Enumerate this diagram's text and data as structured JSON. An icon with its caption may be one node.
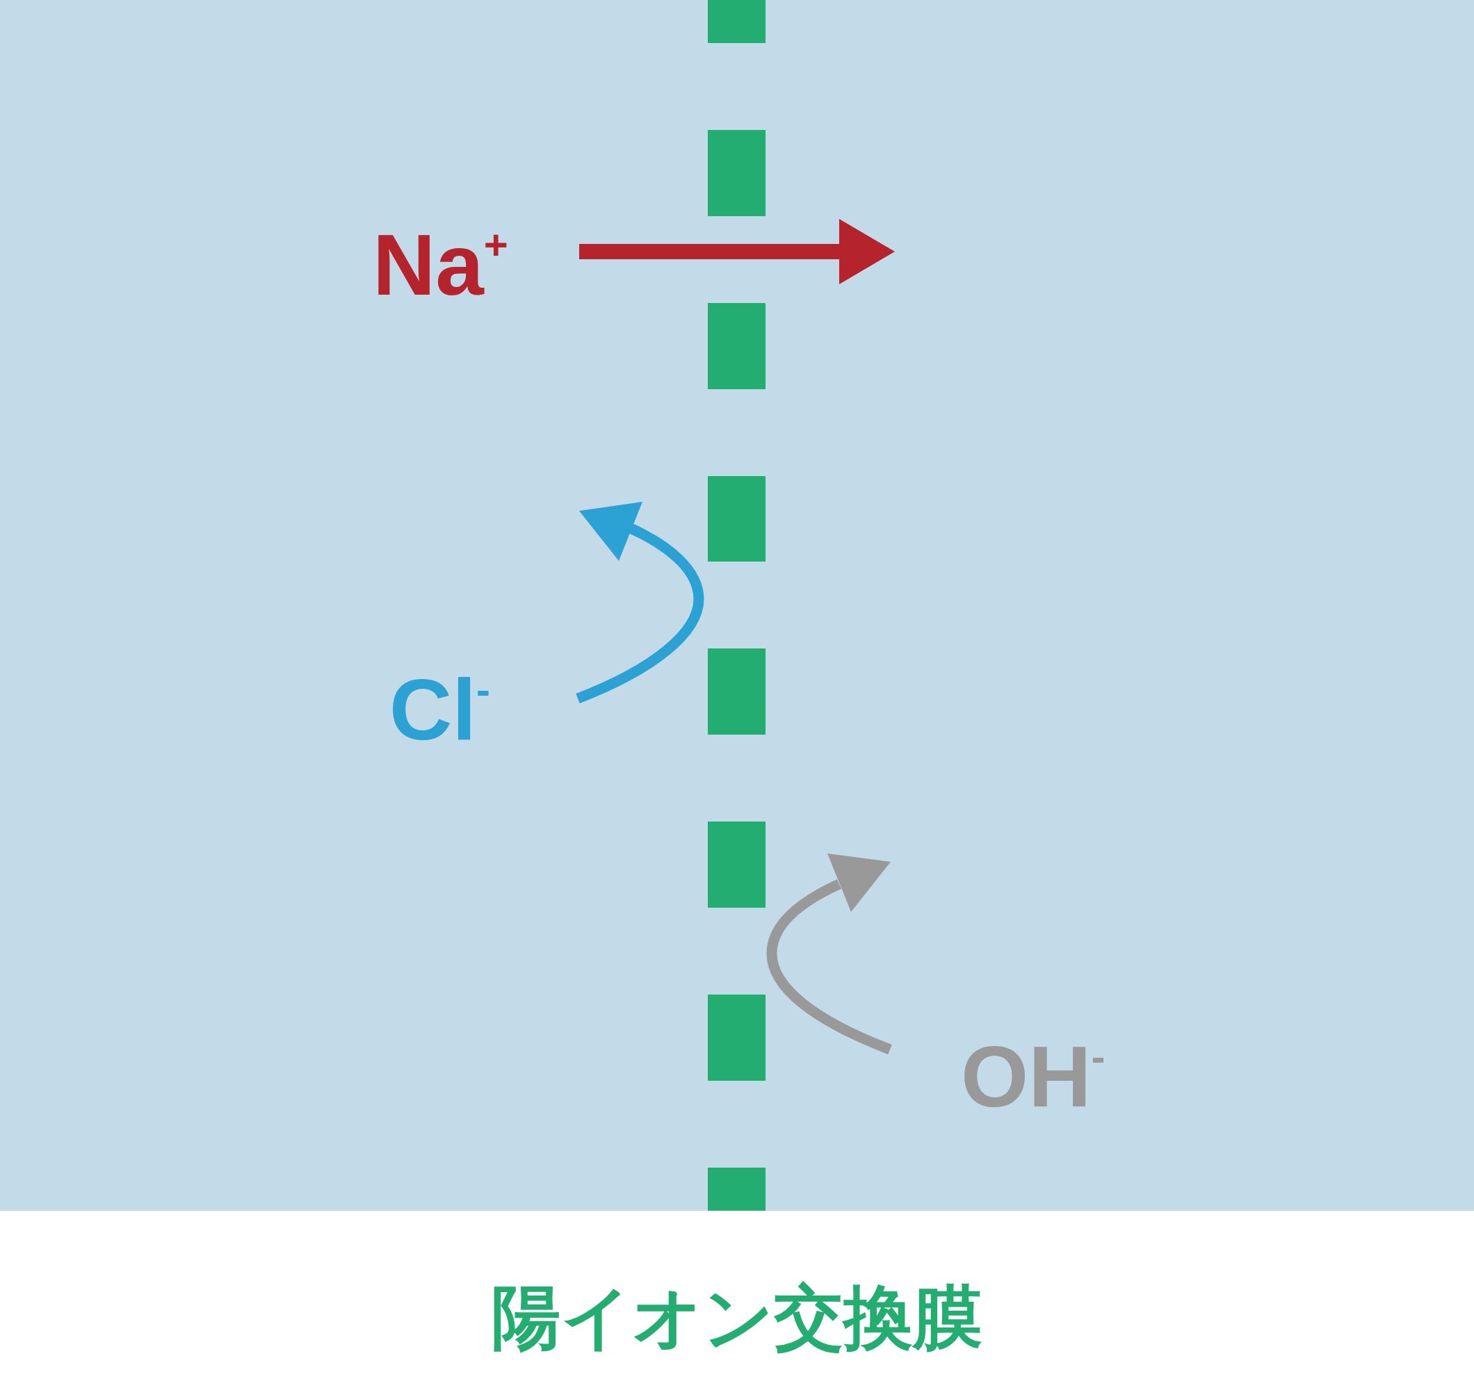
{
  "diagram": {
    "caption": "陽イオン交換膜",
    "labels": [
      "Na$^{+}$",
      "Cl$^{-}$",
      "OH$^{-}$"
    ]
  }
}
